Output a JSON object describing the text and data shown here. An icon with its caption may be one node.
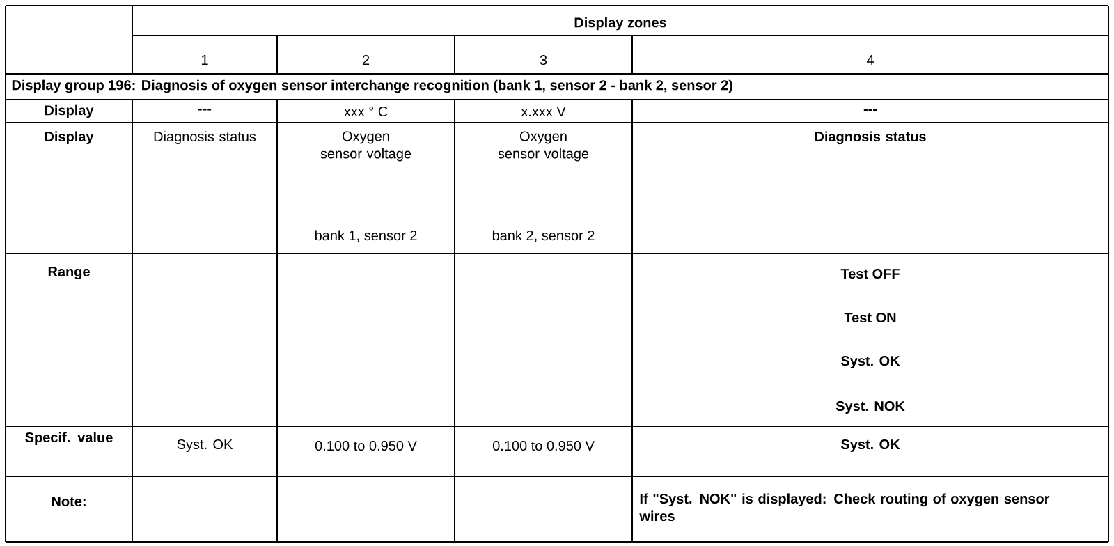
{
  "diagram": {
    "labels": [
      "Display zones",
      "1",
      "2",
      "3",
      "4",
      "Display group 196: Diagnosis of oxygen sensor interchange recognition (bank 1, sensor 2 - bank 2, sensor 2)",
      "Display",
      "---",
      "xxx ° C",
      "x.xxx V",
      "---",
      "Display",
      "Diagnosis status",
      "Oxygen sensor voltage",
      "bank 1, sensor 2",
      "Oxygen sensor voltage",
      "bank 2, sensor 2",
      "Diagnosis status",
      "Range",
      "Test OFF",
      "Test ON",
      "Syst. OK",
      "Syst. NOK",
      "Specif. value",
      "Syst. OK",
      "0.100 to 0.950 V",
      "0.100 to 0.950 V",
      "Syst. OK",
      "Note:",
      "If \"Syst. NOK\" is displayed: Check routing of oxygen sensor wires"
    ]
  }
}
